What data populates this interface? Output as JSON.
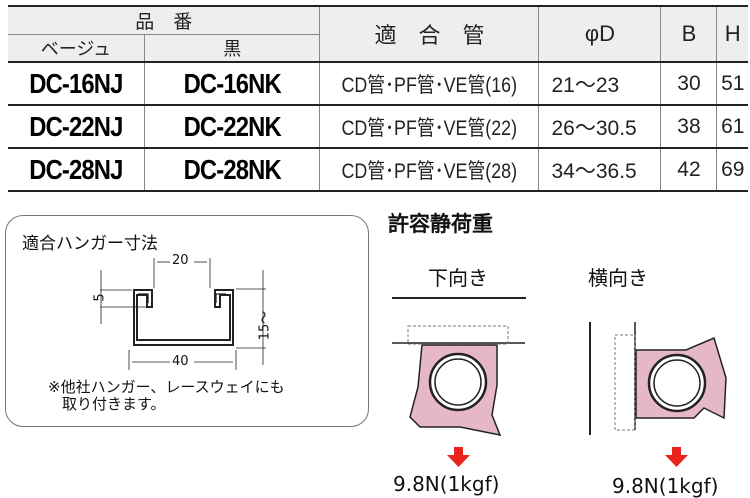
{
  "table": {
    "headers": {
      "part_no": "品　番",
      "beige": "ベージュ",
      "black": "黒",
      "pipe": "適　合　管",
      "phiD": "φD",
      "B": "B",
      "H": "H"
    },
    "rows": [
      {
        "beige": "DC-16NJ",
        "black": "DC-16NK",
        "pipe": "CD管･PF管･VE管(16)",
        "phiD": "21～23",
        "B": "30",
        "H": "51"
      },
      {
        "beige": "DC-22NJ",
        "black": "DC-22NK",
        "pipe": "CD管･PF管･VE管(22)",
        "phiD": "26～30.5",
        "B": "38",
        "H": "61"
      },
      {
        "beige": "DC-28NJ",
        "black": "DC-28NK",
        "pipe": "CD管･PF管･VE管(28)",
        "phiD": "34～36.5",
        "B": "42",
        "H": "69"
      }
    ]
  },
  "hanger": {
    "title": "適合ハンガー寸法",
    "dim_top": "20",
    "dim_left": "5",
    "dim_right": "15～",
    "dim_bottom": "40",
    "note_line1": "※他社ハンガー、レースウェイにも",
    "note_line2": "取り付きます。"
  },
  "load": {
    "title": "許容静荷重",
    "down_label": "下向き",
    "side_label": "横向き",
    "down_value": "9.8N(1kgf)",
    "side_value": "9.8N(1kgf)",
    "arrow_color": "#e8241c",
    "part_color": "#e6b7c8"
  }
}
